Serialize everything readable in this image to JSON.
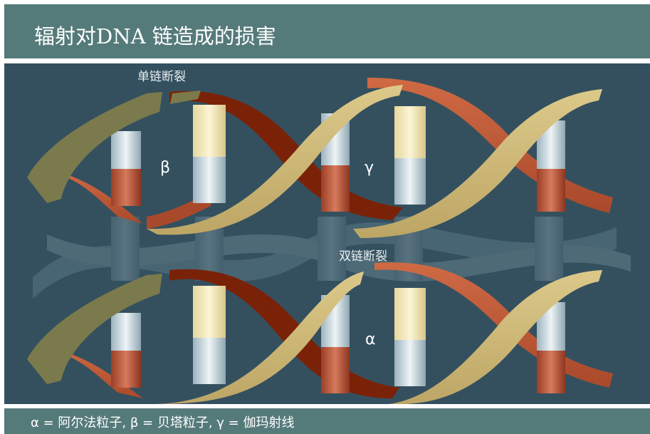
{
  "title": "辐射对DNA 链造成的损害",
  "labels": {
    "single_strand_break": "单链断裂",
    "double_strand_break": "双链断裂",
    "beta": "β",
    "gamma": "γ",
    "alpha": "α"
  },
  "legend": "α = 阿尔法粒子, β = 贝塔粒子, γ = 伽玛射线",
  "colors": {
    "title_bar": "#557a7a",
    "background": "#34505f",
    "strand_olive": "#7a7a4c",
    "strand_tan": "#cdb978",
    "strand_rust": "#c05a36",
    "strand_dark_red": "#7a2208",
    "base_cream": "#f0e4b0",
    "base_brick": "#b8583e",
    "base_light": "#d8e4ea"
  }
}
